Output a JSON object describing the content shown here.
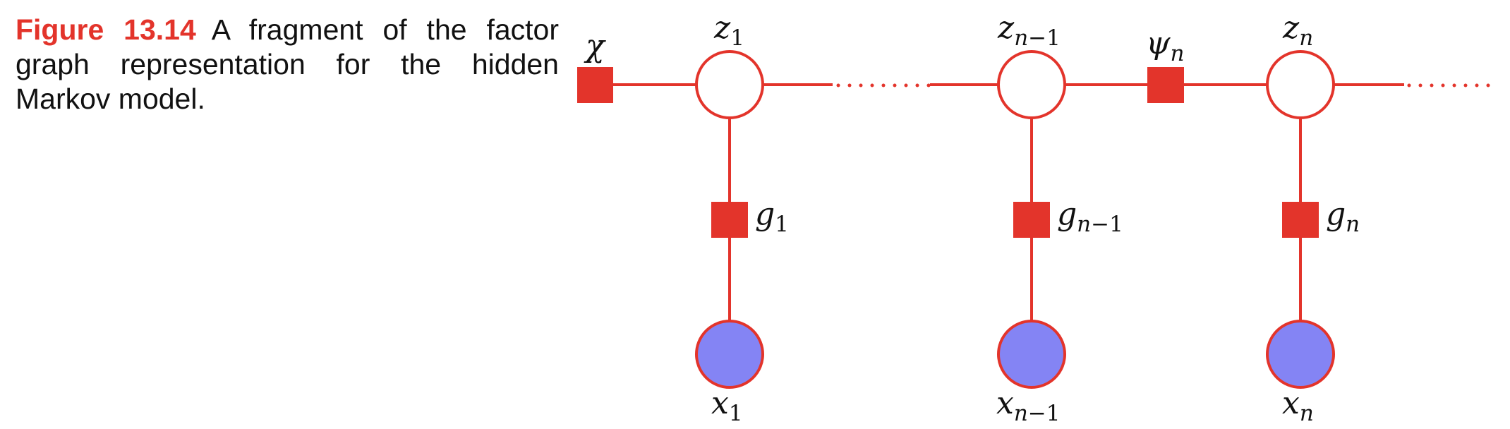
{
  "caption": {
    "label": "Figure 13.14",
    "text": "A fragment of the factor graph representation for the hidden Markov model."
  },
  "diagram": {
    "colors": {
      "accent": "#e3342b",
      "observed_fill": "#8484f4",
      "latent_fill": "#ffffff"
    },
    "labels": {
      "chi": {
        "base": "χ"
      },
      "z1": {
        "base": "z",
        "sub": "1"
      },
      "zn1": {
        "base": "z",
        "sub_var": "n",
        "sub_rest": "−1"
      },
      "psin": {
        "base": "ψ",
        "sub_var": "n"
      },
      "zn": {
        "base": "z",
        "sub_var": "n"
      },
      "g1": {
        "base": "g",
        "sub": "1"
      },
      "gn1": {
        "base": "g",
        "sub_var": "n",
        "sub_rest": "−1"
      },
      "gn": {
        "base": "g",
        "sub_var": "n"
      },
      "x1": {
        "base": "x",
        "sub": "1"
      },
      "xn1": {
        "base": "x",
        "sub_var": "n",
        "sub_rest": "−1"
      },
      "xn": {
        "base": "x",
        "sub_var": "n"
      }
    }
  }
}
